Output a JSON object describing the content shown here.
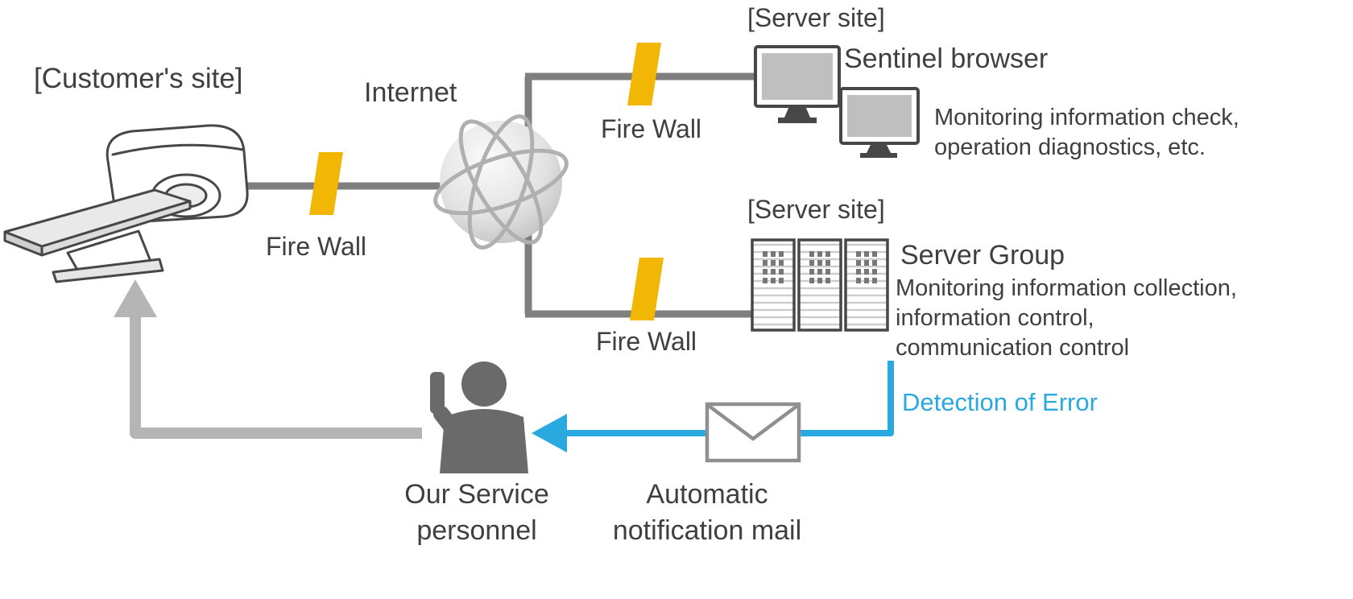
{
  "colors": {
    "text": "#3f3f3f",
    "line": "#7f7f7f",
    "arrow": "#b5b5b5",
    "firewall": "#f2b705",
    "accent_blue": "#29a9e0",
    "icon_stroke": "#474747",
    "person": "#6a6a6a",
    "screen": "#bfbfbf"
  },
  "nodes": {
    "customer_site": {
      "label": "[Customer's site]"
    },
    "internet": {
      "label": "Internet"
    },
    "firewall_customer": {
      "label": "Fire Wall"
    },
    "firewall_browser": {
      "label": "Fire Wall"
    },
    "firewall_server": {
      "label": "Fire Wall"
    },
    "sentinel": {
      "site_label": "[Server site]",
      "title": "Sentinel browser",
      "desc_line1": "Monitoring information check,",
      "desc_line2": "operation diagnostics, etc."
    },
    "server_group": {
      "site_label": "[Server site]",
      "title": "Server Group",
      "desc_line1": "Monitoring information collection,",
      "desc_line2": "information control,",
      "desc_line3": "communication control"
    },
    "detection": {
      "label": "Detection of Error"
    },
    "service_personnel": {
      "line1": "Our Service",
      "line2": "personnel"
    },
    "notification_mail": {
      "line1": "Automatic",
      "line2": "notification mail"
    }
  },
  "icons": {
    "scanner": "medical-scanner-icon",
    "globe": "internet-globe-icon",
    "firewall": "firewall-barrier-icon",
    "monitors": "desktop-monitors-icon",
    "servers": "server-rack-icon",
    "envelope": "mail-envelope-icon",
    "person": "service-person-icon",
    "blue_arrow": "notification-arrow",
    "gray_arrow": "dispatch-arrow"
  }
}
